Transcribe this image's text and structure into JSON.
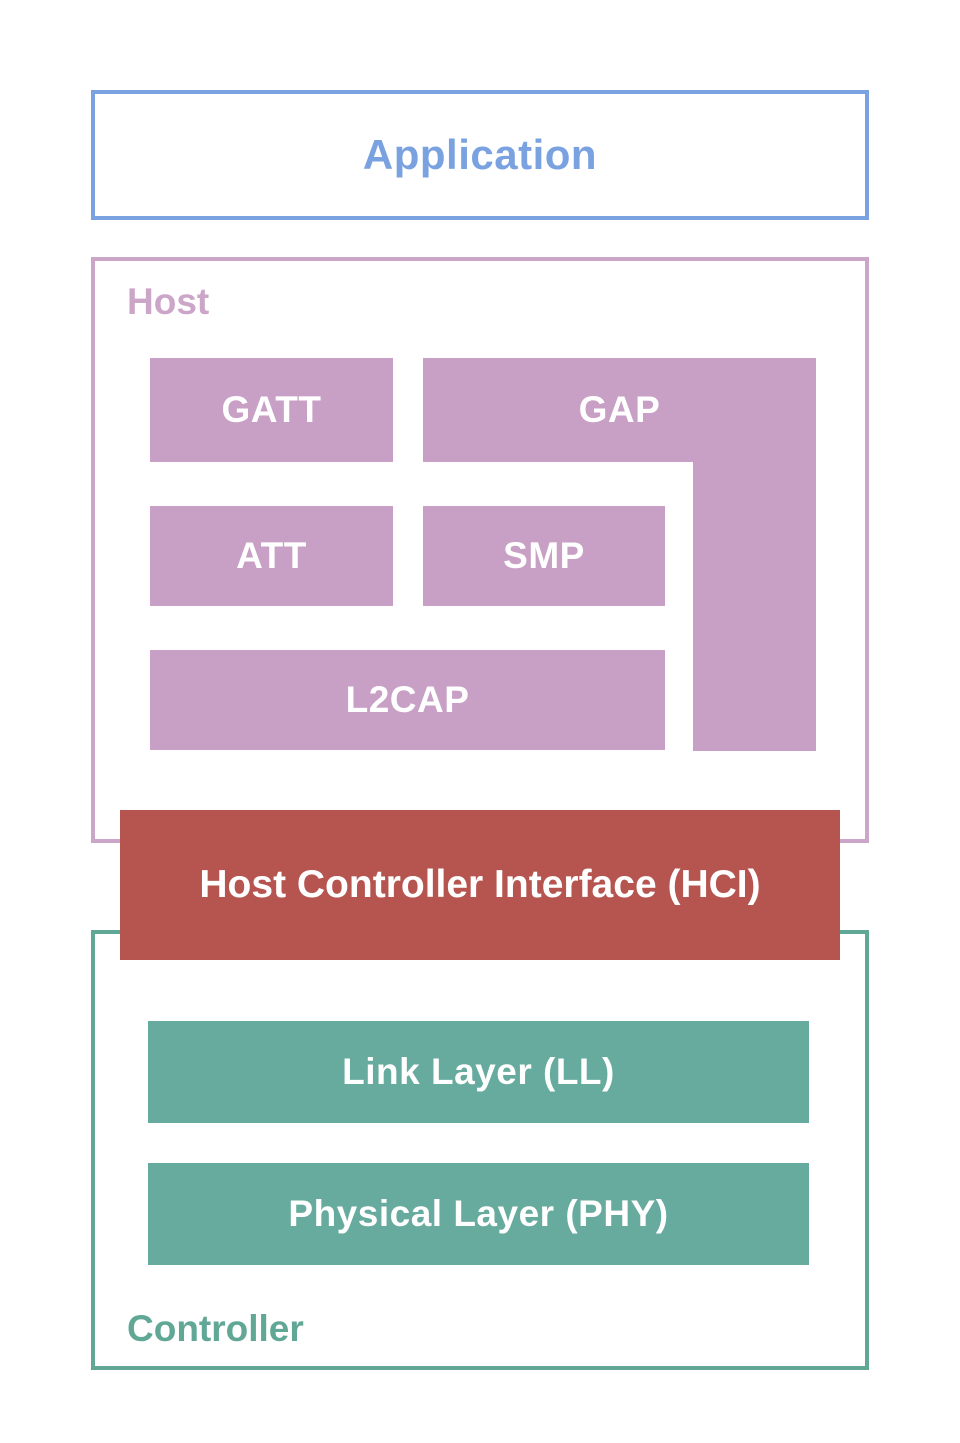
{
  "application": {
    "label": "Application"
  },
  "host": {
    "label": "Host",
    "gatt": "GATT",
    "gap": "GAP",
    "att": "ATT",
    "smp": "SMP",
    "l2cap": "L2CAP"
  },
  "hci": {
    "label": "Host Controller Interface (HCI)"
  },
  "controller": {
    "label": "Controller",
    "link_layer": "Link Layer (LL)",
    "physical_layer": "Physical Layer (PHY)"
  },
  "colors": {
    "application_accent": "#7aa2e0",
    "host_accent": "#cba6c9",
    "host_block_fill": "#c89fc5",
    "hci_fill": "#b65550",
    "controller_accent": "#60a795",
    "controller_block_fill": "#66ab9e",
    "block_text": "#ffffff",
    "background": "#ffffff"
  }
}
